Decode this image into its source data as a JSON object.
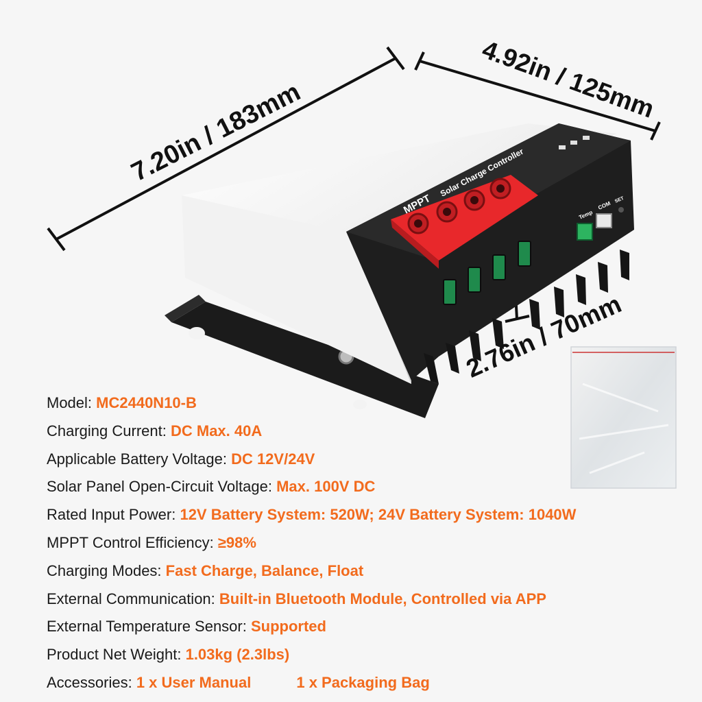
{
  "dimensions": {
    "length": "7.20in / 183mm",
    "width": "4.92in / 125mm",
    "height": "2.76in / 70mm"
  },
  "device": {
    "brand_label": "MPPT",
    "product_label": "Solar Charge Controller",
    "port_temp": "Temp",
    "port_com": "COM",
    "button_set": "SET"
  },
  "specs": [
    {
      "label": "Model: ",
      "value": "MC2440N10-B"
    },
    {
      "label": "Charging Current: ",
      "value": "DC Max. 40A"
    },
    {
      "label": "Applicable Battery Voltage: ",
      "value": "DC 12V/24V"
    },
    {
      "label": "Solar Panel Open-Circuit Voltage: ",
      "value": "Max. 100V DC"
    },
    {
      "label": "Rated Input Power: ",
      "value": "12V Battery System: 520W; 24V Battery System: 1040W"
    },
    {
      "label": "MPPT Control Efficiency: ",
      "value": "≥98%"
    },
    {
      "label": "Charging Modes: ",
      "value": "Fast Charge, Balance, Float"
    },
    {
      "label": "External Communication: ",
      "value": "Built-in Bluetooth Module, Controlled via APP"
    },
    {
      "label": "External Temperature Sensor: ",
      "value": "Supported"
    },
    {
      "label": "Product Net Weight: ",
      "value": "1.03kg (2.3lbs)"
    },
    {
      "label": "Accessories: ",
      "value": "1 x User Manual",
      "value2": "1 x Packaging Bag"
    }
  ],
  "colors": {
    "accent": "#f26b1d",
    "terminal_red": "#e8282b",
    "body_black": "#1e1e1e",
    "cover_white": "#ececec",
    "port_green": "#1f8a4c"
  }
}
